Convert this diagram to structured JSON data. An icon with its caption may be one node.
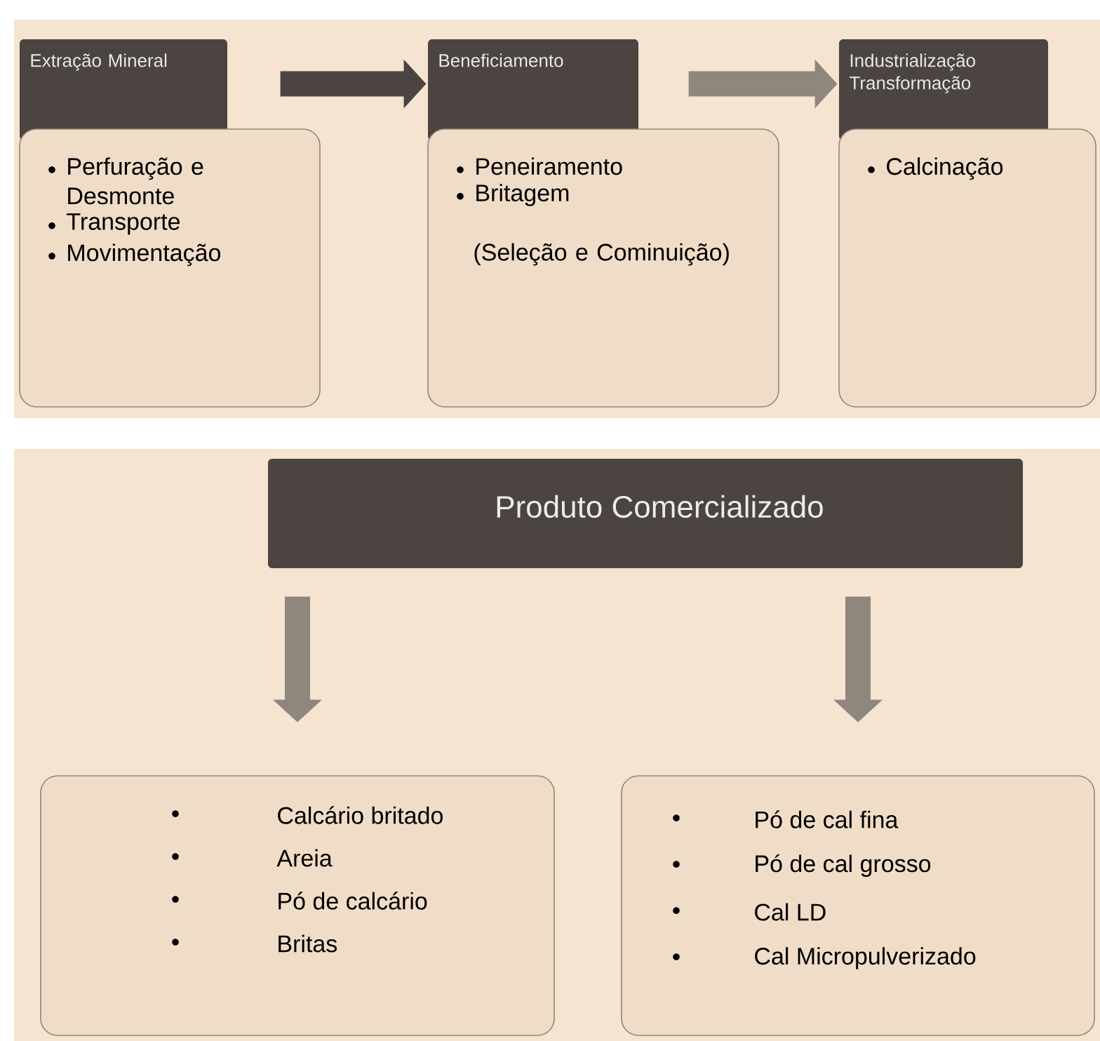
{
  "diagram": {
    "nodes": [
      {
        "text": [
          "Extração Mineral",
          "Perfuração e Desmonte",
          "Transporte",
          "Movimentação"
        ]
      },
      {
        "text": [
          "Beneficiamento",
          "Peneiramento",
          "Britagem",
          "(Seleção e Cominuição)"
        ]
      },
      {
        "text": [
          "Industrialização Transformação",
          "Calcinação"
        ]
      },
      {
        "text": [
          "Produto Comercializado"
        ]
      },
      {
        "text": [
          "Calcário britado",
          "Areia",
          "Pó de calcário",
          "Britas"
        ]
      },
      {
        "text": [
          "Pó de cal fina",
          "Pó de cal grosso",
          "Cal LD",
          "Cal Micropulverizado"
        ]
      }
    ],
    "edges": [
      {
        "from": 0,
        "to": 1,
        "arrow": "to",
        "color": "#4b4440"
      },
      {
        "from": 1,
        "to": 2,
        "arrow": "to"
      },
      {
        "from": 3,
        "to": 4,
        "arrow": "to"
      },
      {
        "from": 3,
        "to": 5,
        "arrow": "to"
      }
    ]
  }
}
